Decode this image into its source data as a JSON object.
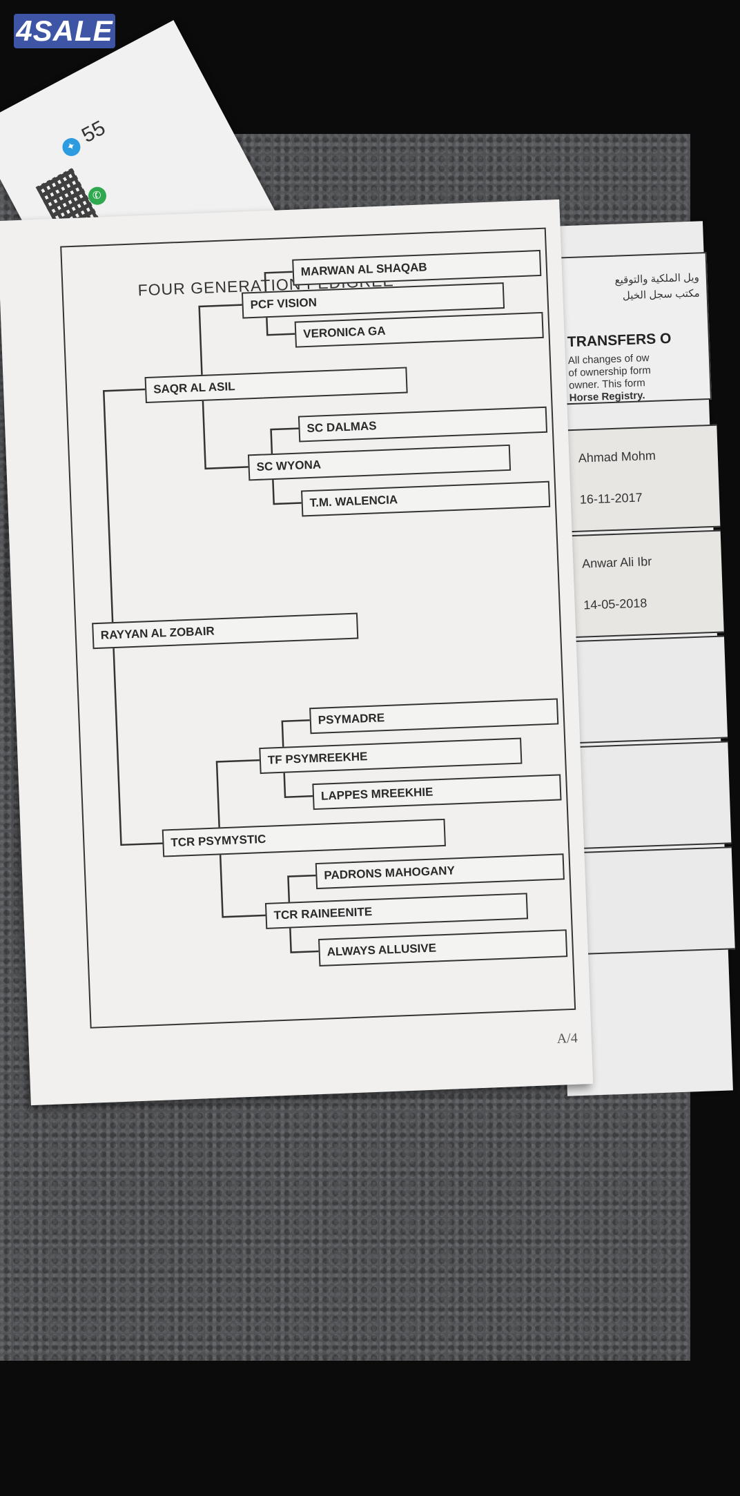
{
  "watermark": "4SALE",
  "card": {
    "phone_partial": "55",
    "icons": [
      "twitter-icon",
      "whatsapp-icon",
      "qr-code"
    ]
  },
  "page_title": "FOUR GENERATION PEDIGREE",
  "page_number": "A/4",
  "pedigree": {
    "horse": "RAYYAN AL ZOBAIR",
    "sire": "SAQR AL ASIL",
    "sire_sire": "PCF VISION",
    "sire_sire_sire": "MARWAN AL SHAQAB",
    "sire_sire_dam": "VERONICA GA",
    "sire_dam": "SC WYONA",
    "sire_dam_sire": "SC DALMAS",
    "sire_dam_dam": "T.M. WALENCIA",
    "dam": "TCR PSYMYSTIC",
    "dam_sire": "TF PSYMREEKHE",
    "dam_sire_sire": "PSYMADRE",
    "dam_sire_dam": "LAPPES MREEKHIE",
    "dam_dam": "TCR RAINEENITE",
    "dam_dam_sire": "PADRONS MAHOGANY",
    "dam_dam_dam": "ALWAYS ALLUSIVE"
  },
  "transfers": {
    "arabic_line1": "ويل الملكية والتوقيع",
    "arabic_line2": "مكتب سجل الخيل",
    "title": "TRANSFERS O",
    "text1": "All changes of ow",
    "text2": "of ownership form",
    "text3": "owner. This form",
    "text4": "Horse Registry.",
    "rows": [
      {
        "name": "Ahmad Mohm",
        "date": "16-11-2017"
      },
      {
        "name": "Anwar Ali Ibr",
        "date": "14-05-2018"
      }
    ]
  }
}
